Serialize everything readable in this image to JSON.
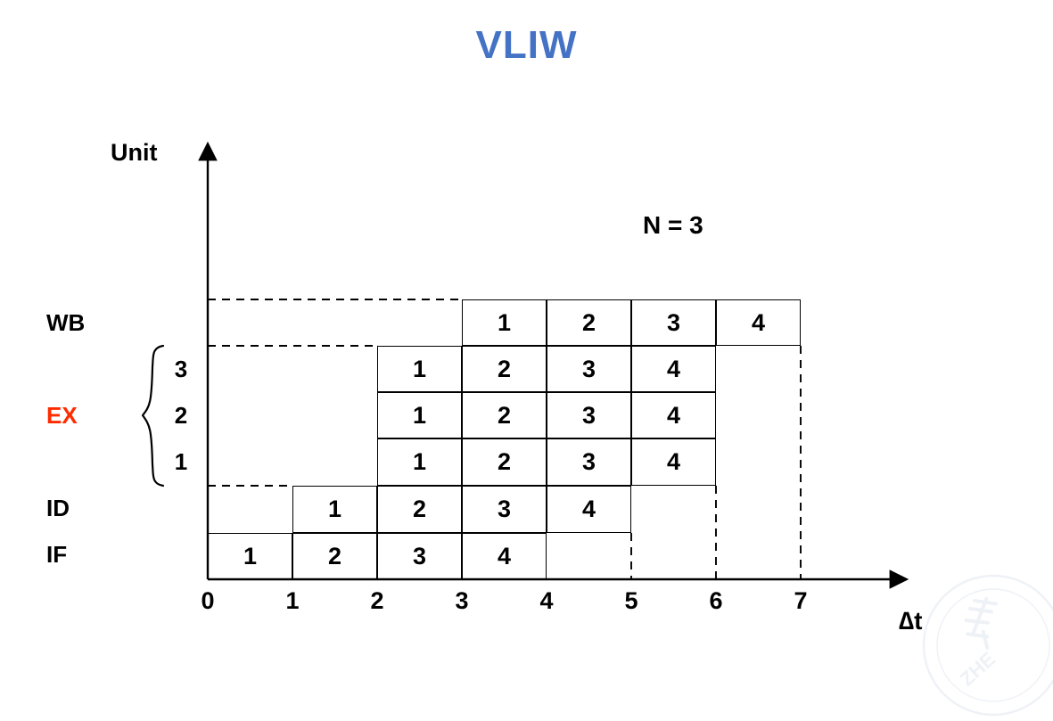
{
  "title": "VLIW",
  "theme": {
    "title_color": "#4472C4",
    "ex_label_color": "#FF2B00",
    "line_color": "#000000",
    "background": "#ffffff"
  },
  "axes": {
    "y_label": "Unit",
    "x_label": "∆t",
    "x_ticks": [
      "0",
      "1",
      "2",
      "3",
      "4",
      "5",
      "6",
      "7"
    ],
    "x_range": [
      0,
      7
    ],
    "grid": "dashed-guides"
  },
  "annotation": {
    "n_label": "N = 3"
  },
  "stages": {
    "wb": "WB",
    "ex": "EX",
    "id": "ID",
    "if": "IF",
    "ex_units": [
      "3",
      "2",
      "1"
    ]
  },
  "chart_data": {
    "type": "table",
    "title": "VLIW",
    "xlabel": "∆t",
    "ylabel": "Unit",
    "xlim": [
      0,
      7
    ],
    "grid": true,
    "legend": "none",
    "annotations": [
      "N = 3"
    ],
    "categories": [
      "0",
      "1",
      "2",
      "3",
      "4",
      "5",
      "6",
      "7"
    ],
    "rows": [
      {
        "name": "WB",
        "unit": "",
        "start": 3,
        "values": [
          "1",
          "2",
          "3",
          "4"
        ]
      },
      {
        "name": "EX",
        "unit": "3",
        "start": 2,
        "values": [
          "1",
          "2",
          "3",
          "4"
        ]
      },
      {
        "name": "EX",
        "unit": "2",
        "start": 2,
        "values": [
          "1",
          "2",
          "3",
          "4"
        ]
      },
      {
        "name": "EX",
        "unit": "1",
        "start": 2,
        "values": [
          "1",
          "2",
          "3",
          "4"
        ]
      },
      {
        "name": "ID",
        "unit": "",
        "start": 1,
        "values": [
          "1",
          "2",
          "3",
          "4"
        ]
      },
      {
        "name": "IF",
        "unit": "",
        "start": 0,
        "values": [
          "1",
          "2",
          "3",
          "4"
        ]
      }
    ]
  },
  "watermark": {
    "text": "ZHE"
  }
}
